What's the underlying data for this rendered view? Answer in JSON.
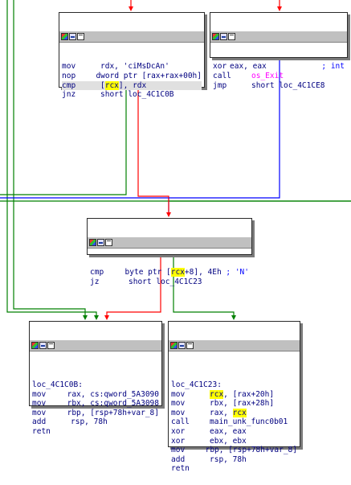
{
  "colors": {
    "true_edge": "#00a000",
    "false_edge": "#ff0000",
    "uncond_edge": "#0000ff",
    "back_edge": "#008000",
    "highlight": "#ffff00"
  },
  "icons": [
    "color-icon",
    "graph-icon",
    "list-icon"
  ],
  "nodes": [
    {
      "id": "n1",
      "lines": [
        {
          "mn": "mov",
          "parts": [
            {
              "t": "rdx, 'ciMsDcAn'"
            }
          ]
        },
        {
          "mn": "nop",
          "parts": [
            {
              "t": "dword ptr [rax+rax+00h]"
            }
          ]
        },
        {
          "mn": "cmp",
          "selected": true,
          "parts": [
            {
              "t": "["
            },
            {
              "t": "rcx",
              "hl": true
            },
            {
              "t": "], rdx"
            }
          ]
        },
        {
          "mn": "jnz",
          "parts": [
            {
              "t": "short loc_4C1C0B"
            }
          ]
        }
      ]
    },
    {
      "id": "n2",
      "lines": [
        {
          "mn": "xor",
          "parts": [
            {
              "t": "eax, eax            "
            },
            {
              "t": "; int",
              "cls": "cmt"
            }
          ]
        },
        {
          "mn": "call",
          "parts": [
            {
              "t": "os_Exit",
              "cls": "imp"
            }
          ]
        },
        {
          "mn": "jmp",
          "parts": [
            {
              "t": "short loc_4C1CE8"
            }
          ]
        }
      ]
    },
    {
      "id": "n3",
      "lines": [
        {
          "mn": "cmp",
          "parts": [
            {
              "t": "byte ptr ["
            },
            {
              "t": "rcx",
              "hl": true
            },
            {
              "t": "+8], 4Eh "
            },
            {
              "t": "; 'N'",
              "cls": "cmt"
            }
          ]
        },
        {
          "mn": "jz",
          "parts": [
            {
              "t": "short loc_4C1C23"
            }
          ]
        }
      ]
    },
    {
      "id": "n4",
      "label": "loc_4C1C0B:",
      "lines": [
        {
          "mn": "mov",
          "parts": [
            {
              "t": "rax, cs:qword_5A3090"
            }
          ]
        },
        {
          "mn": "mov",
          "parts": [
            {
              "t": "rbx, cs:qword_5A3098"
            }
          ]
        },
        {
          "mn": "mov",
          "parts": [
            {
              "t": "rbp, [rsp+78h+var_8]"
            }
          ]
        },
        {
          "mn": "add",
          "parts": [
            {
              "t": "rsp, 78h"
            }
          ]
        },
        {
          "mn": "retn",
          "parts": []
        }
      ]
    },
    {
      "id": "n5",
      "label": "loc_4C1C23:",
      "lines": [
        {
          "mn": "mov",
          "parts": [
            {
              "t": "rcx",
              "hl": true
            },
            {
              "t": ", [rax+20h]"
            }
          ]
        },
        {
          "mn": "mov",
          "parts": [
            {
              "t": "rbx, [rax+28h]"
            }
          ]
        },
        {
          "mn": "mov",
          "parts": [
            {
              "t": "rax, "
            },
            {
              "t": "rcx",
              "hl": true
            }
          ]
        },
        {
          "mn": "call",
          "parts": [
            {
              "t": "main_unk_func0b01"
            }
          ]
        },
        {
          "mn": "xor",
          "parts": [
            {
              "t": "eax, eax"
            }
          ]
        },
        {
          "mn": "xor",
          "parts": [
            {
              "t": "ebx, ebx"
            }
          ]
        },
        {
          "mn": "mov",
          "parts": [
            {
              "t": "rbp, [rsp+78h+var_8]"
            }
          ]
        },
        {
          "mn": "add",
          "parts": [
            {
              "t": "rsp, 78h"
            }
          ]
        },
        {
          "mn": "retn",
          "parts": []
        }
      ]
    }
  ]
}
